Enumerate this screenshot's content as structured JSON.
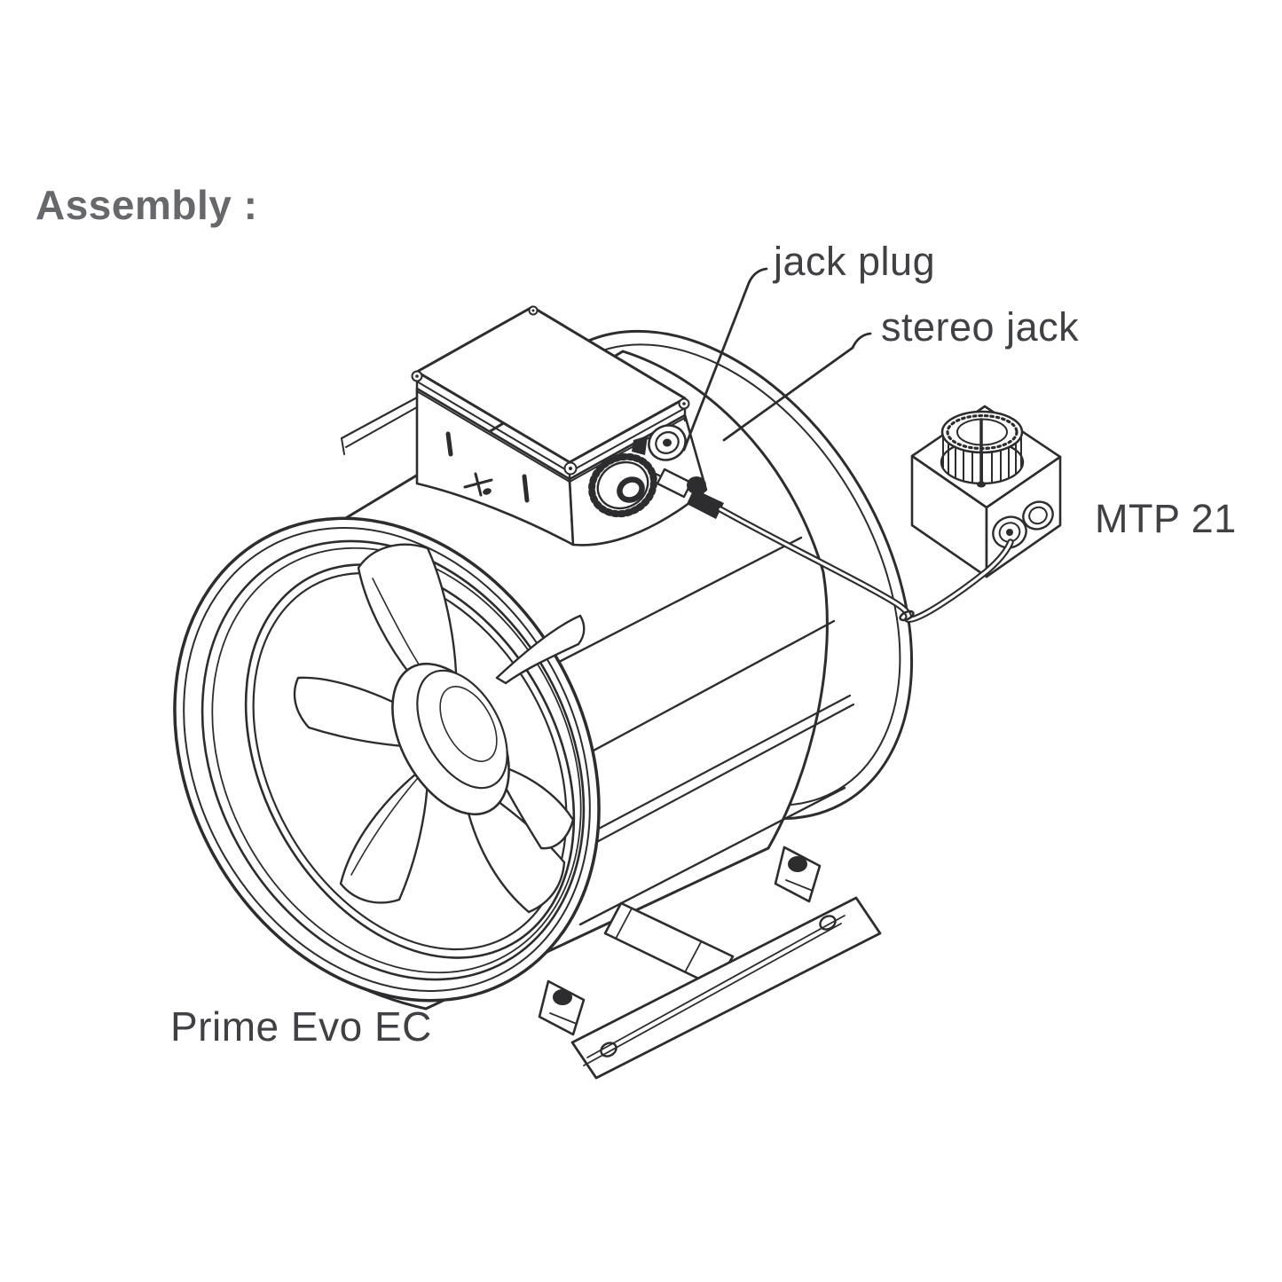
{
  "page": {
    "background": "#ffffff"
  },
  "colors": {
    "paper": "#ffffff",
    "line": "#2d2d2f",
    "text": "#404144",
    "title": "#67686b"
  },
  "header": {
    "title": "Assembly :"
  },
  "callouts": {
    "jack_plug": "jack plug",
    "stereo_jack": "stereo jack"
  },
  "parts": {
    "controller_label": "MTP 21",
    "product_label": "Prime Evo EC"
  }
}
